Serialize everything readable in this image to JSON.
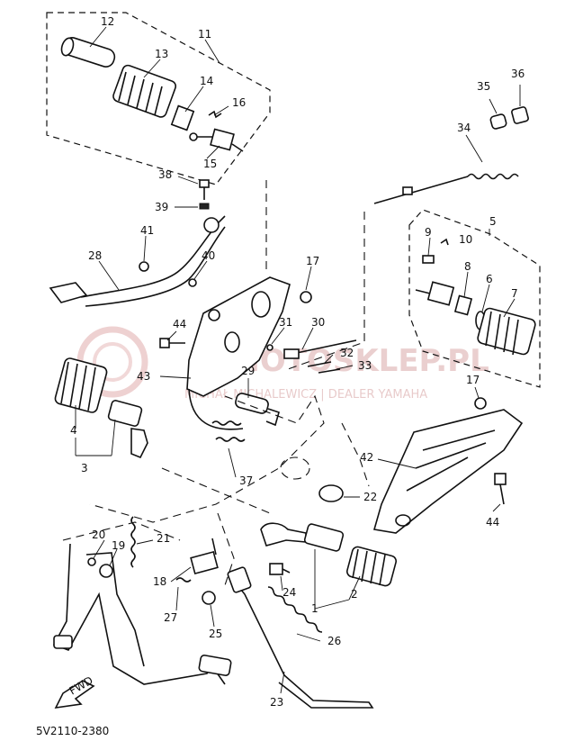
{
  "diagram": {
    "ref_code": "5V2110-2380",
    "watermark": {
      "brand": "MOTOSKLEP.PL",
      "tagline": "MICHAŁ MICHALEWICZ | DEALER YAMAHA"
    },
    "labels": [
      {
        "id": "p11",
        "text": "11"
      },
      {
        "id": "p12",
        "text": "12"
      },
      {
        "id": "p13",
        "text": "13"
      },
      {
        "id": "p14",
        "text": "14"
      },
      {
        "id": "p16",
        "text": "16"
      },
      {
        "id": "p15",
        "text": "15"
      },
      {
        "id": "p38",
        "text": "38"
      },
      {
        "id": "p39",
        "text": "39"
      },
      {
        "id": "p41",
        "text": "41"
      },
      {
        "id": "p28",
        "text": "28"
      },
      {
        "id": "p40",
        "text": "40"
      },
      {
        "id": "p17a",
        "text": "17"
      },
      {
        "id": "p44a",
        "text": "44"
      },
      {
        "id": "p31",
        "text": "31"
      },
      {
        "id": "p30",
        "text": "30"
      },
      {
        "id": "p32",
        "text": "32"
      },
      {
        "id": "p33",
        "text": "33"
      },
      {
        "id": "p43",
        "text": "43"
      },
      {
        "id": "p29",
        "text": "29"
      },
      {
        "id": "p4",
        "text": "4"
      },
      {
        "id": "p3",
        "text": "3"
      },
      {
        "id": "p37",
        "text": "37"
      },
      {
        "id": "p35",
        "text": "35"
      },
      {
        "id": "p36",
        "text": "36"
      },
      {
        "id": "p34",
        "text": "34"
      },
      {
        "id": "p5",
        "text": "5"
      },
      {
        "id": "p9",
        "text": "9"
      },
      {
        "id": "p10",
        "text": "10"
      },
      {
        "id": "p8",
        "text": "8"
      },
      {
        "id": "p6",
        "text": "6"
      },
      {
        "id": "p7",
        "text": "7"
      },
      {
        "id": "p17b",
        "text": "17"
      },
      {
        "id": "p42",
        "text": "42"
      },
      {
        "id": "p22",
        "text": "22"
      },
      {
        "id": "p44b",
        "text": "44"
      },
      {
        "id": "p20",
        "text": "20"
      },
      {
        "id": "p19",
        "text": "19"
      },
      {
        "id": "p21",
        "text": "21"
      },
      {
        "id": "p18",
        "text": "18"
      },
      {
        "id": "p27",
        "text": "27"
      },
      {
        "id": "p25",
        "text": "25"
      },
      {
        "id": "p24",
        "text": "24"
      },
      {
        "id": "p1",
        "text": "1"
      },
      {
        "id": "p2",
        "text": "2"
      },
      {
        "id": "p26",
        "text": "26"
      },
      {
        "id": "p23",
        "text": "23"
      }
    ]
  }
}
